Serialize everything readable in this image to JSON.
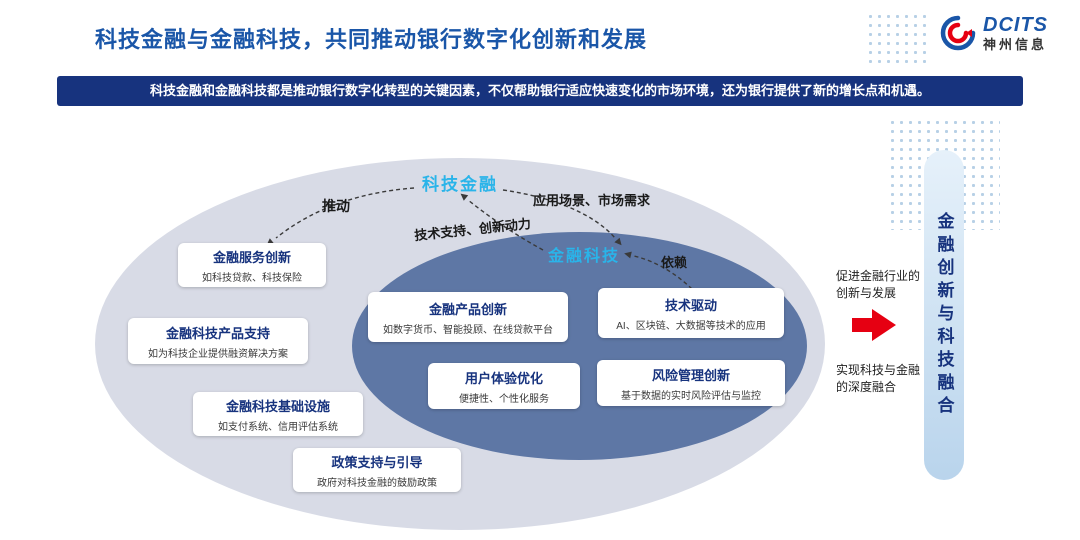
{
  "header": {
    "title": "科技金融与金融科技，共同推动银行数字化创新和发展",
    "logo": {
      "brand": "DCITS",
      "subtitle": "神州信息"
    }
  },
  "banner": {
    "text": "科技金融和金融科技都是推动银行数字化转型的关键因素，不仅帮助银行适应快速变化的市场环境，还为银行提供了新的增长点和机遇。"
  },
  "diagram": {
    "hub_labels": {
      "tech_finance": "科技金融",
      "fintech": "金融科技"
    },
    "edge_labels": {
      "push": "推动",
      "application": "应用场景、市场需求",
      "support": "技术支持、创新动力",
      "depend": "依赖"
    },
    "outer_boxes": [
      {
        "title": "金融服务创新",
        "desc": "如科技贷款、科技保险"
      },
      {
        "title": "金融科技产品支持",
        "desc": "如为科技企业提供融资解决方案"
      },
      {
        "title": "金融科技基础设施",
        "desc": "如支付系统、信用评估系统"
      },
      {
        "title": "政策支持与引导",
        "desc": "政府对科技金融的鼓励政策"
      }
    ],
    "inner_boxes": [
      {
        "title": "金融产品创新",
        "desc": "如数字货币、智能投顾、在线贷款平台"
      },
      {
        "title": "技术驱动",
        "desc": "AI、区块链、大数据等技术的应用"
      },
      {
        "title": "用户体验优化",
        "desc": "便捷性、个性化服务"
      },
      {
        "title": "风险管理创新",
        "desc": "基于数据的实时风险评估与监控"
      }
    ]
  },
  "right_panel": {
    "note_top": "促进金融行业的创新与发展",
    "note_bottom": "实现科技与金融的深度融合",
    "pill_text": "金融创新与科技融合"
  },
  "colors": {
    "title_blue": "#1a56a8",
    "banner_bg": "#17337e",
    "accent_cyan": "#2ab4e9",
    "outer_ellipse": "#d8dbe6",
    "inner_ellipse": "#5e77a5",
    "box_title_blue": "#17337e",
    "arrow_red": "#e60012",
    "pill_bg": "#cfe2f3"
  }
}
